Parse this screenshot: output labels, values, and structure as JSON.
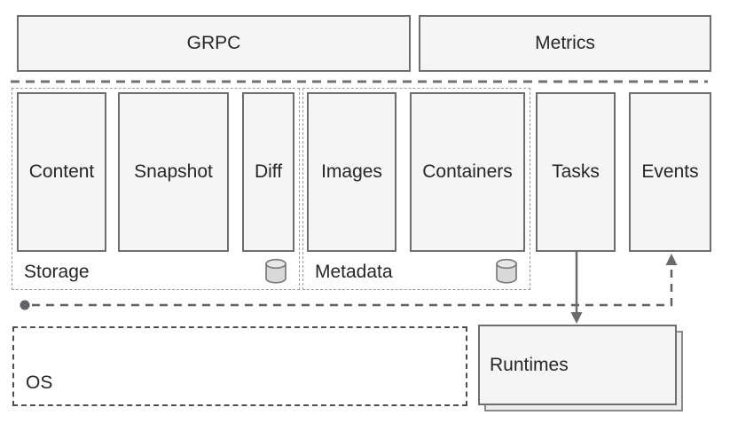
{
  "labels": {
    "grpc": "GRPC",
    "metrics": "Metrics",
    "content": "Content",
    "snapshot": "Snapshot",
    "diff": "Diff",
    "images": "Images",
    "containers": "Containers",
    "tasks": "Tasks",
    "events": "Events",
    "storage_group": "Storage",
    "metadata_group": "Metadata",
    "runtimes": "Runtimes",
    "os": "OS"
  },
  "icons": {
    "storage_database": "database-cylinder-icon",
    "metadata_database": "database-cylinder-icon"
  },
  "connections": [
    {
      "from": "tasks",
      "to": "runtimes",
      "style": "solid-arrow"
    },
    {
      "from": "event-bus-line",
      "to": "events",
      "style": "dashed-arrow-with-origin-dot"
    }
  ],
  "colors": {
    "background": "#ffffff",
    "box_fill": "#f5f5f5",
    "box_border": "#6e6e6e",
    "group_border": "#9c9c9c",
    "separator_dash": "#717171",
    "event_line": "#606060",
    "arrow": "#6a6a6a",
    "cylinder_fill": "#d9d9d9",
    "cylinder_top_fill": "#e7e7e7",
    "text": "#262626"
  }
}
